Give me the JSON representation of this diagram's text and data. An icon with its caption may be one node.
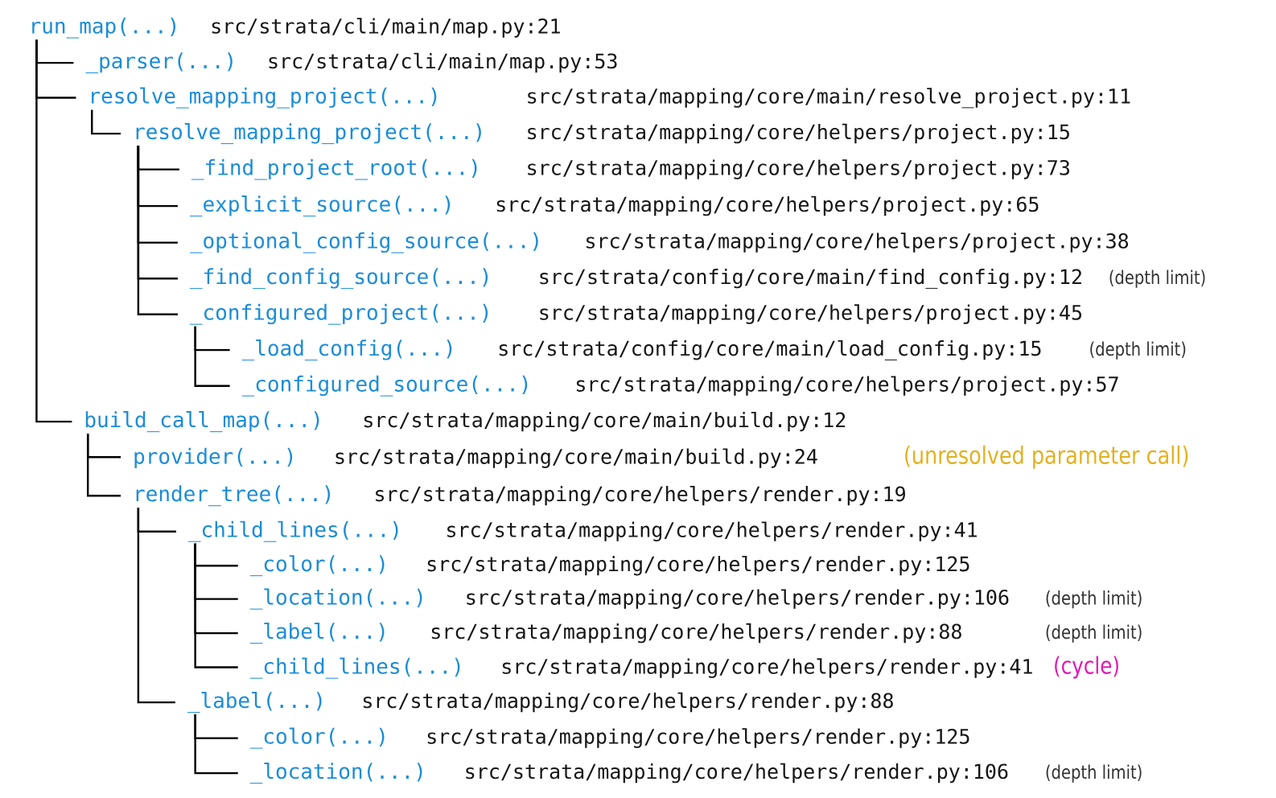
{
  "diagram": {
    "nodes": [
      {
        "text": [
          "run_map(...)",
          "src/strata/cli/main/map.py:21"
        ]
      },
      {
        "text": [
          "_parser(...)",
          "src/strata/cli/main/map.py:53"
        ]
      },
      {
        "text": [
          "resolve_mapping_project(...)",
          "src/strata/mapping/core/main/resolve_project.py:11"
        ]
      },
      {
        "text": [
          "resolve_mapping_project(...)",
          "src/strata/mapping/core/helpers/project.py:15"
        ]
      },
      {
        "text": [
          "_find_project_root(...)",
          "src/strata/mapping/core/helpers/project.py:73"
        ]
      },
      {
        "text": [
          "_explicit_source(...)",
          "src/strata/mapping/core/helpers/project.py:65"
        ]
      },
      {
        "text": [
          "_optional_config_source(...)",
          "src/strata/mapping/core/helpers/project.py:38"
        ]
      },
      {
        "text": [
          "_find_config_source(...)",
          "src/strata/config/core/main/find_config.py:12",
          "(depth limit)"
        ]
      },
      {
        "text": [
          "_configured_project(...)",
          "src/strata/mapping/core/helpers/project.py:45"
        ]
      },
      {
        "text": [
          "_load_config(...)",
          "src/strata/config/core/main/load_config.py:15",
          "(depth limit)"
        ]
      },
      {
        "text": [
          "_configured_source(...)",
          "src/strata/mapping/core/helpers/project.py:57"
        ]
      },
      {
        "text": [
          "build_call_map(...)",
          "src/strata/mapping/core/main/build.py:12"
        ]
      },
      {
        "text": [
          "provider(...)",
          "src/strata/mapping/core/main/build.py:24",
          "(unresolved parameter call)"
        ]
      },
      {
        "text": [
          "render_tree(...)",
          "src/strata/mapping/core/helpers/render.py:19"
        ]
      },
      {
        "text": [
          "_child_lines(...)",
          "src/strata/mapping/core/helpers/render.py:41"
        ]
      },
      {
        "text": [
          "_color(...)",
          "src/strata/mapping/core/helpers/render.py:125"
        ]
      },
      {
        "text": [
          "_location(...)",
          "src/strata/mapping/core/helpers/render.py:106",
          "(depth limit)"
        ]
      },
      {
        "text": [
          "_label(...)",
          "src/strata/mapping/core/helpers/render.py:88",
          "(depth limit)"
        ]
      },
      {
        "text": [
          "_child_lines(...)",
          "src/strata/mapping/core/helpers/render.py:41",
          "(cycle)"
        ]
      },
      {
        "text": [
          "_label(...)",
          "src/strata/mapping/core/helpers/render.py:88"
        ]
      },
      {
        "text": [
          "_color(...)",
          "src/strata/mapping/core/helpers/render.py:125"
        ]
      },
      {
        "text": [
          "_location(...)",
          "src/strata/mapping/core/helpers/render.py:106",
          "(depth limit)"
        ]
      }
    ],
    "edges": [
      {
        "from": 0,
        "to": 1,
        "arrow": "none"
      },
      {
        "from": 0,
        "to": 2,
        "arrow": "none"
      },
      {
        "from": 2,
        "to": 3,
        "arrow": "none"
      },
      {
        "from": 3,
        "to": 4,
        "arrow": "none"
      },
      {
        "from": 3,
        "to": 5,
        "arrow": "none"
      },
      {
        "from": 3,
        "to": 6,
        "arrow": "none"
      },
      {
        "from": 3,
        "to": 7,
        "arrow": "none"
      },
      {
        "from": 3,
        "to": 8,
        "arrow": "none"
      },
      {
        "from": 8,
        "to": 9,
        "arrow": "none"
      },
      {
        "from": 8,
        "to": 10,
        "arrow": "none"
      },
      {
        "from": 0,
        "to": 11,
        "arrow": "none"
      },
      {
        "from": 11,
        "to": 12,
        "arrow": "none"
      },
      {
        "from": 11,
        "to": 13,
        "arrow": "none"
      },
      {
        "from": 13,
        "to": 14,
        "arrow": "none"
      },
      {
        "from": 14,
        "to": 15,
        "arrow": "none"
      },
      {
        "from": 14,
        "to": 16,
        "arrow": "none"
      },
      {
        "from": 14,
        "to": 17,
        "arrow": "none"
      },
      {
        "from": 14,
        "to": 18,
        "arrow": "none"
      },
      {
        "from": 13,
        "to": 19,
        "arrow": "none"
      },
      {
        "from": 19,
        "to": 20,
        "arrow": "none"
      },
      {
        "from": 19,
        "to": 21,
        "arrow": "none"
      }
    ]
  }
}
